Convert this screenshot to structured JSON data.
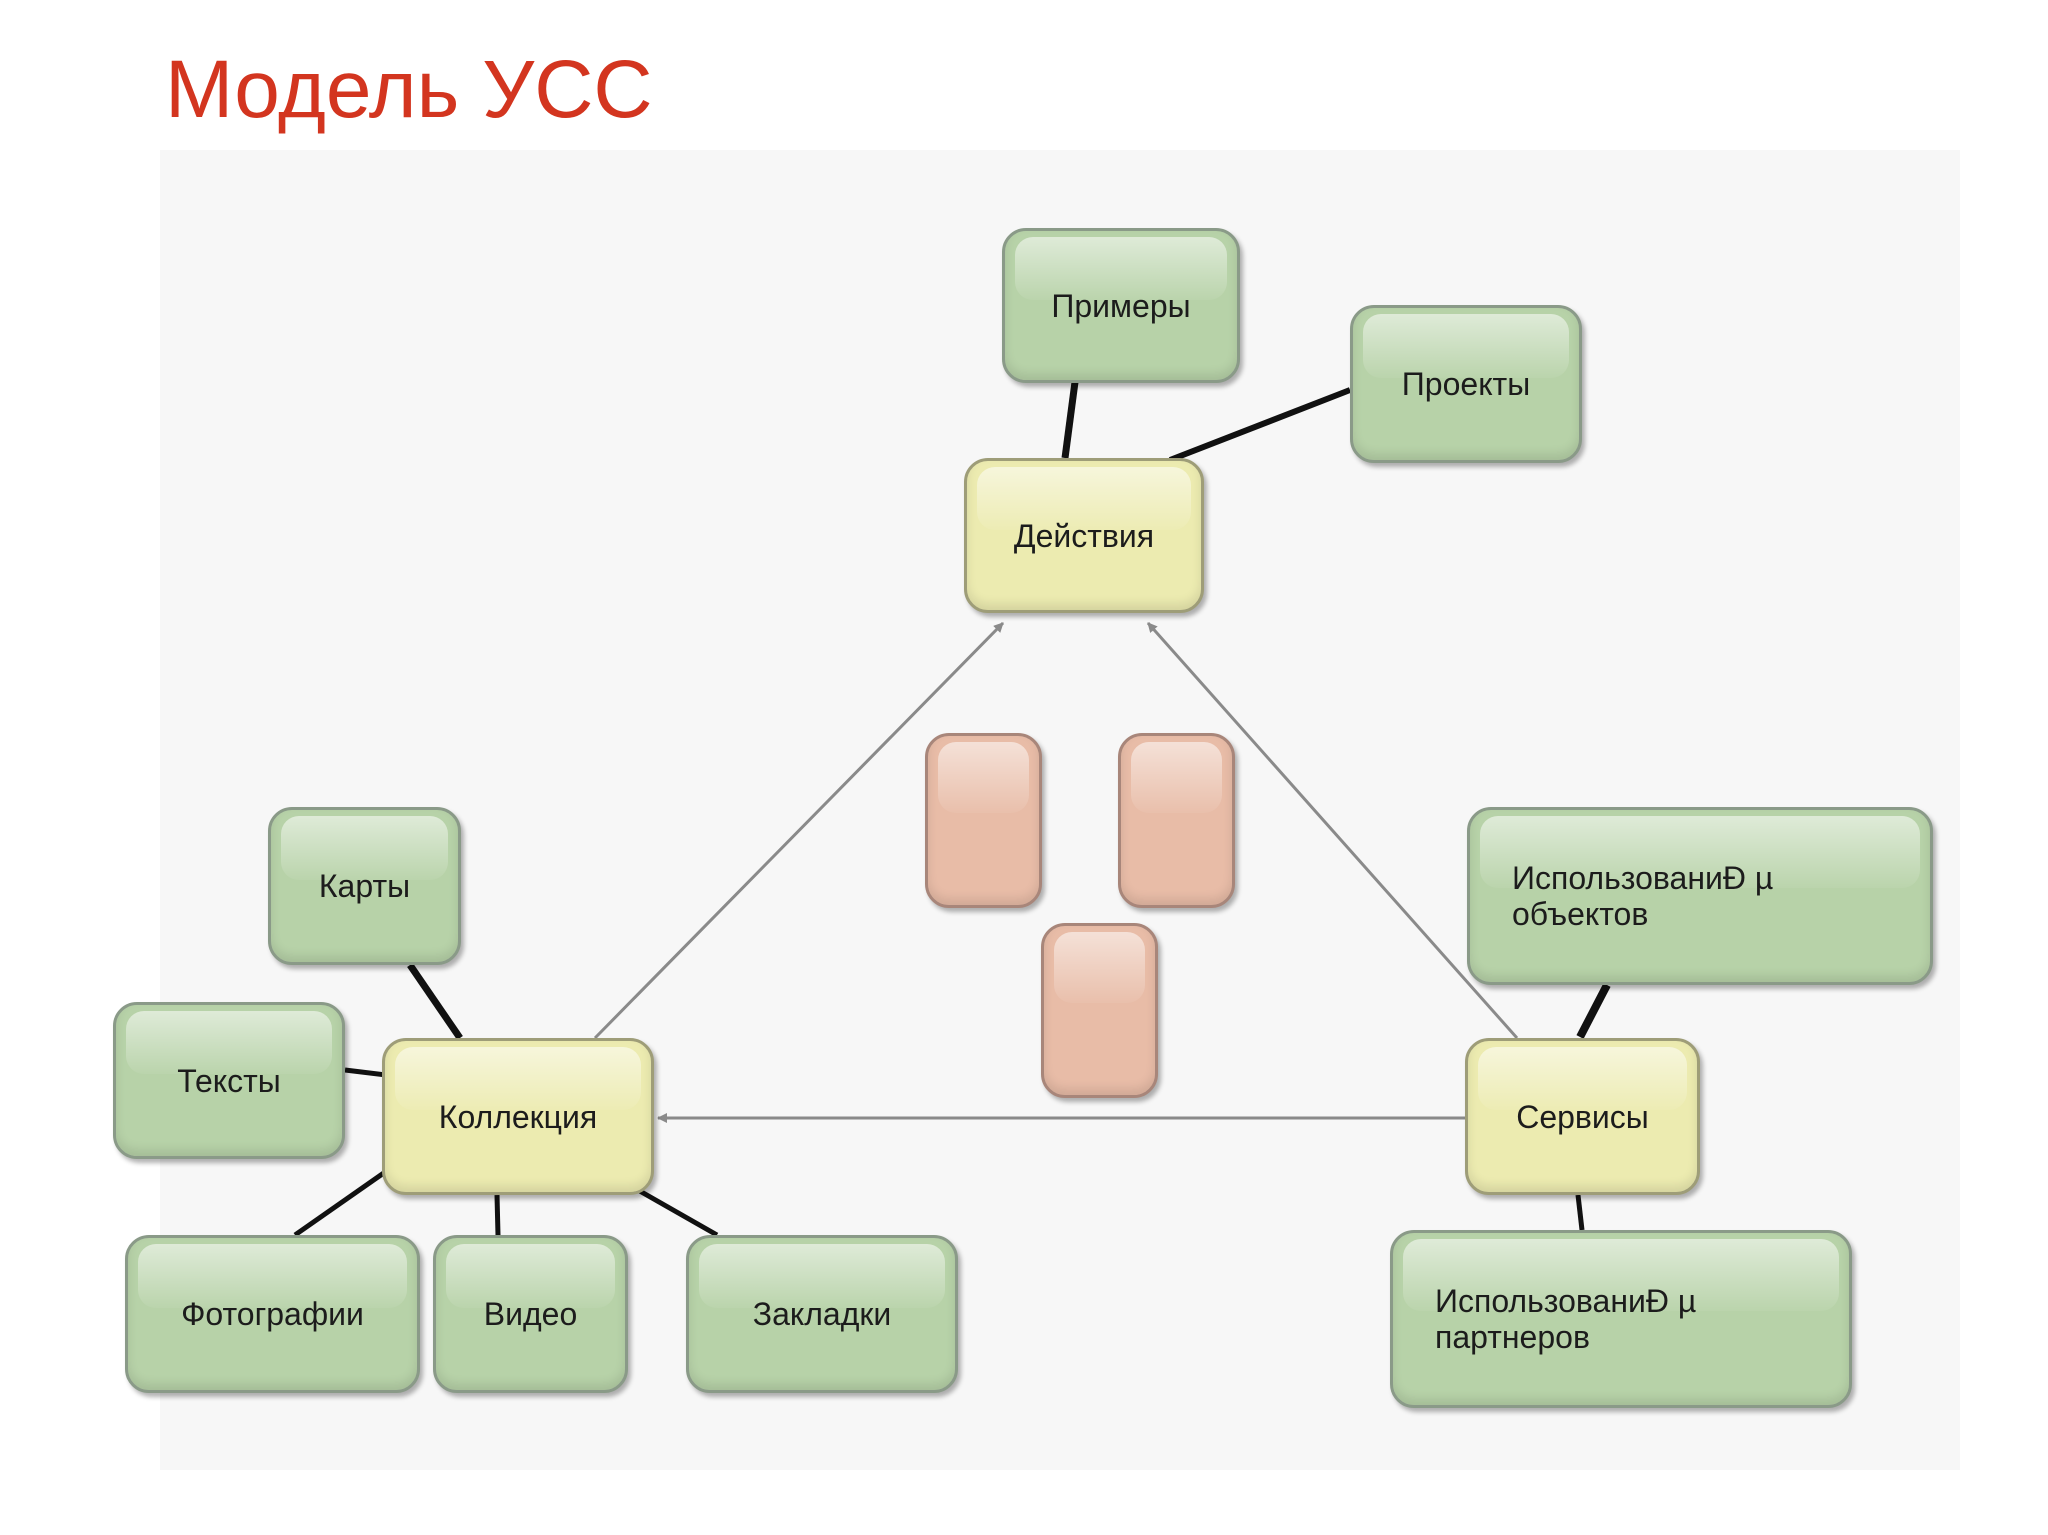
{
  "title": "Модель УСС",
  "colors": {
    "title": "#d3351f",
    "green_node": "#b7d2a8",
    "yellow_node": "#ecebb0",
    "pink_node": "#e8bca7",
    "connector": "#111111",
    "arrow": "#8a8a8a"
  },
  "nodes": {
    "primery": "Примеры",
    "proekty": "Проекты",
    "deystviya": "Действия",
    "karty": "Карты",
    "teksty": "Тексты",
    "kollektsiya": "Коллекция",
    "fotografii": "Фотографии",
    "video": "Видео",
    "zakladki": "Закладки",
    "servisy": "Сервисы",
    "ispolzovanie_obektov": "ИспользованиÐ µ\nобъектов",
    "ispolzovanie_partnerov": "ИспользованиÐ µ\nпартнеров"
  }
}
